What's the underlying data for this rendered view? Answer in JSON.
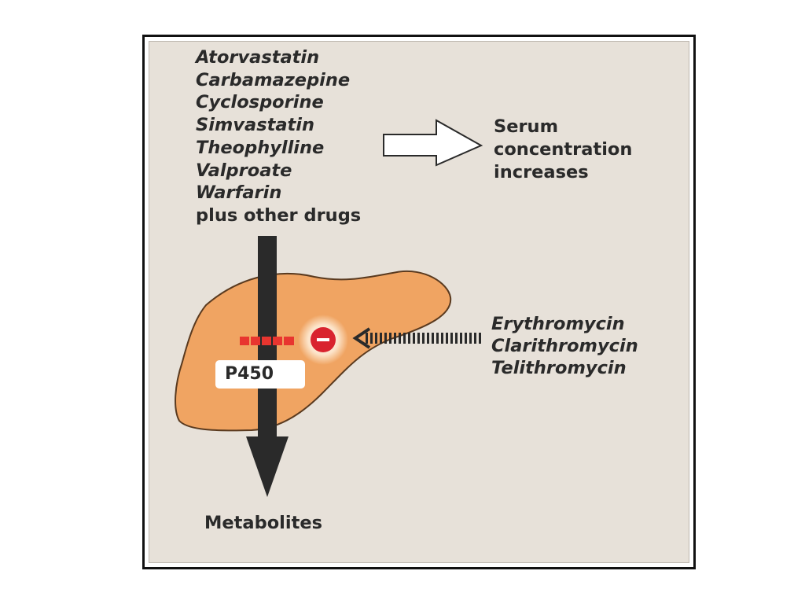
{
  "substrates": {
    "drugs": [
      "Atorvastatin",
      "Carbamazepine",
      "Cyclosporine",
      "Simvastatin",
      "Theophylline",
      "Valproate",
      "Warfarin"
    ],
    "other": "plus other drugs"
  },
  "effect": {
    "lines": [
      "Serum",
      "concentration",
      "increases"
    ]
  },
  "inhibitors": {
    "drugs": [
      "Erythromycin",
      "Clarithromycin",
      "Telithromycin"
    ]
  },
  "enzyme_label": "P450",
  "metabolites_label": "Metabolites",
  "colors": {
    "panel": "#e7e1d9",
    "liver": "#f0a462",
    "liver_outline": "#5a3a1f",
    "main_arrow": "#2a2a2a",
    "block_bar": "#e8352f",
    "inhibit_symbol": "#d9232e"
  }
}
